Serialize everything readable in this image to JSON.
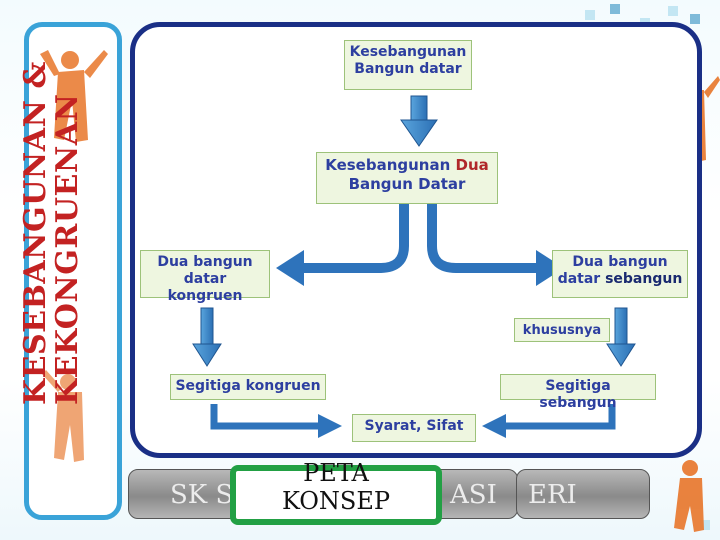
{
  "side_title": {
    "line1": "KESEBANGUNAN &",
    "line2": "KEKONGRUENAN"
  },
  "nodes": {
    "root": {
      "line1": "Kesebangunan",
      "line2": "Bangun datar"
    },
    "two": {
      "part1": "Kesebangunan ",
      "part2": "Dua",
      "line2": "Bangun Datar"
    },
    "left": {
      "line1": "Dua bangun",
      "line2": "datar kongruen"
    },
    "right": {
      "line1": "Dua bangun",
      "line2a": "datar ",
      "line2b": "sebangun"
    },
    "khusus": "khususnya",
    "seg_left": "Segitiga kongruen",
    "seg_right": "Segitiga sebangun",
    "syarat": "Syarat, Sifat"
  },
  "bottom": {
    "left_text": "SK S",
    "mid_text": "ASI",
    "right_text": "ERI",
    "peta_line1": "PETA",
    "peta_line2": "KONSEP"
  },
  "colors": {
    "arrow": "#3b84c6",
    "node_text": "#2d3fa0",
    "title_red": "#c32222",
    "panel_border": "#1a2f86",
    "side_border": "#3aa3d8",
    "peta_border": "#22a044"
  }
}
